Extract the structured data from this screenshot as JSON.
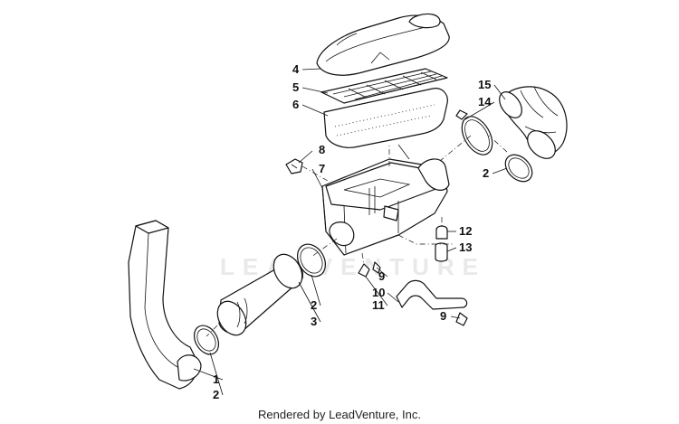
{
  "diagram": {
    "callouts": [
      {
        "id": "c4",
        "text": "4"
      },
      {
        "id": "c5",
        "text": "5"
      },
      {
        "id": "c6",
        "text": "6"
      },
      {
        "id": "c15",
        "text": "15"
      },
      {
        "id": "c14",
        "text": "14"
      },
      {
        "id": "c8",
        "text": "8"
      },
      {
        "id": "c7",
        "text": "7"
      },
      {
        "id": "c2a",
        "text": "2"
      },
      {
        "id": "c12",
        "text": "12"
      },
      {
        "id": "c13",
        "text": "13"
      },
      {
        "id": "c9a",
        "text": "9"
      },
      {
        "id": "c10",
        "text": "10"
      },
      {
        "id": "c11",
        "text": "11"
      },
      {
        "id": "c2b",
        "text": "2"
      },
      {
        "id": "c3",
        "text": "3"
      },
      {
        "id": "c9b",
        "text": "9"
      },
      {
        "id": "c1",
        "text": "1"
      },
      {
        "id": "c2c",
        "text": "2"
      }
    ],
    "watermark": "LEADVENTURE"
  },
  "footer": {
    "text": "Rendered by LeadVenture, Inc."
  }
}
